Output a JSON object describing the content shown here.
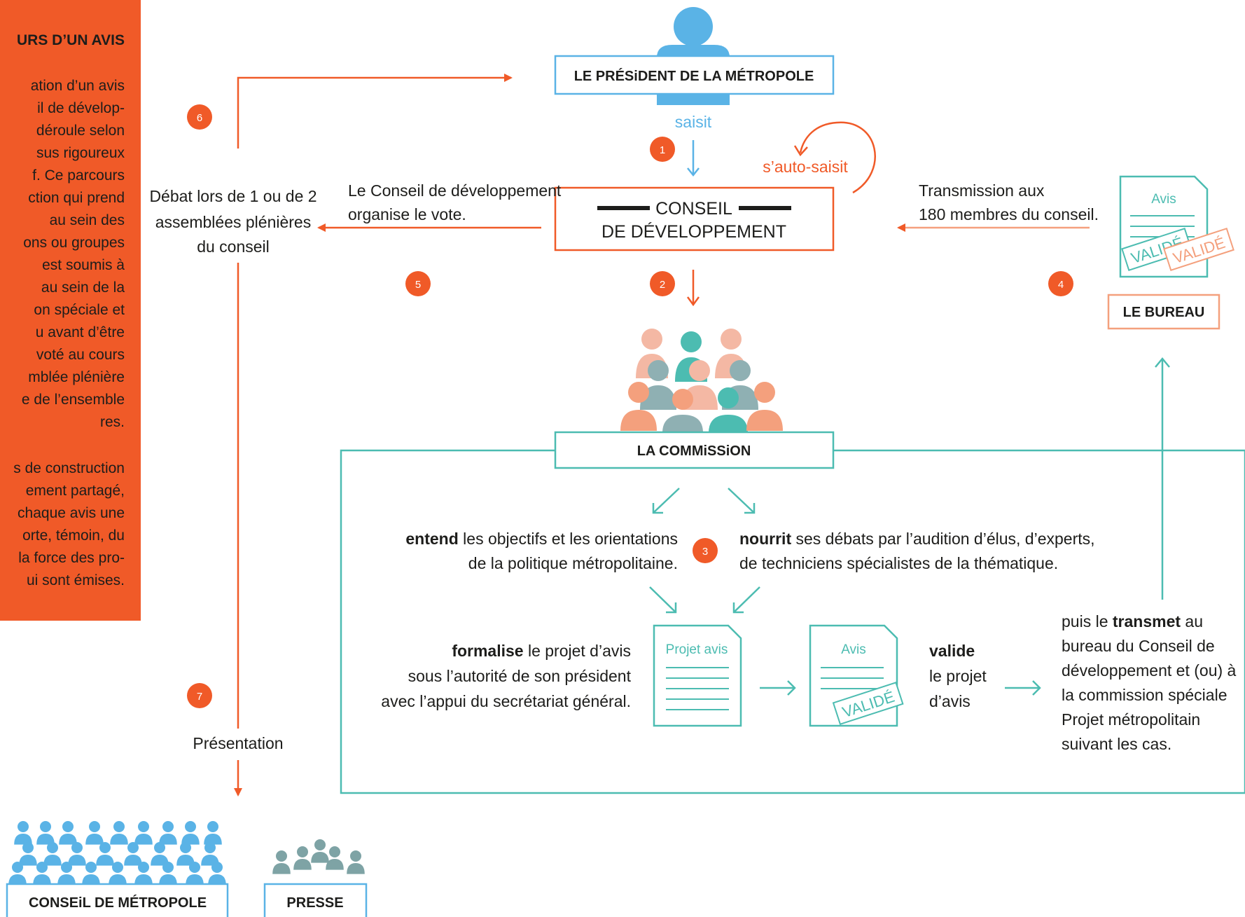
{
  "sidebar": {
    "title": "URS D’UN AVIS",
    "paragraph1": [
      "ation d’un avis",
      "il de dévelop-",
      "déroule selon",
      "sus rigoureux",
      "f. Ce parcours",
      "ction qui prend",
      "au sein des",
      "ons ou groupes",
      "est soumis à",
      "au sein de la",
      "on spéciale et",
      "u avant d’être",
      "voté au cours",
      "mblée plénière",
      "e de l’ensemble",
      "res."
    ],
    "paragraph2": [
      "s de construction",
      "ement partagé,",
      "chaque avis une",
      "orte, témoin, du",
      "la force des pro-",
      "ui sont émises."
    ]
  },
  "boxes": {
    "president": "LE PRÉSiDENT DE LA MÉTROPOLE",
    "conseil_line1": "CONSEIL",
    "conseil_line2": "DE DÉVELOPPEMENT",
    "commission": "LA COMMiSSiON",
    "bureau": "LE BUREAU",
    "conseil_metropole": "CONSEiL DE MÉTROPOLE",
    "presse": "PRESSE"
  },
  "steps": [
    "1",
    "2",
    "3",
    "4",
    "5",
    "6",
    "7"
  ],
  "labels": {
    "saisit": "saisit",
    "auto_saisit": "s’auto-saisit",
    "organise": [
      "Le Conseil de développement",
      "organise le vote."
    ],
    "debat": [
      "Débat lors de 1 ou de 2",
      "assemblées plénières",
      "du conseil"
    ],
    "transmission": [
      "Transmission aux",
      "180 membres du conseil."
    ],
    "presentation": "Présentation",
    "entend": {
      "bold": "entend",
      "rest": " les objectifs et les orientations",
      "line2": "de la politique métropolitaine."
    },
    "nourrit": {
      "bold": "nourrit",
      "rest": " ses débats par l’audition d’élus, d’experts,",
      "line2": "de techniciens spécialistes de la thématique."
    },
    "formalise": {
      "bold": "formalise",
      "rest": " le projet d’avis",
      "line2": "sous l’autorité de son président",
      "line3": "avec l’appui du secrétariat général."
    },
    "valide": {
      "bold": "valide",
      "line2": "le projet",
      "line3": "d’avis"
    },
    "transmet": {
      "pre": "puis le ",
      "bold": "transmet",
      "post": " au",
      "line2": "bureau du Conseil de",
      "line3": "développement et (ou) à",
      "line4": "la commission spéciale",
      "line5": "Projet métropolitain",
      "line6": "suivant les cas."
    }
  },
  "documents": {
    "projet_avis": "Projet avis",
    "avis": "Avis",
    "valide_stamp": "VALIDÉ",
    "avis_bureau": "Avis"
  },
  "colors": {
    "orange": "#f05a28",
    "teal": "#4cbcb1",
    "teal_dark": "#3aaaa0",
    "blue": "#5ab3e6",
    "peach": "#f4b8a4",
    "grey_teal": "#8fb0b3",
    "presse_grey": "#7ea3a5",
    "text": "#1d1d1b"
  }
}
